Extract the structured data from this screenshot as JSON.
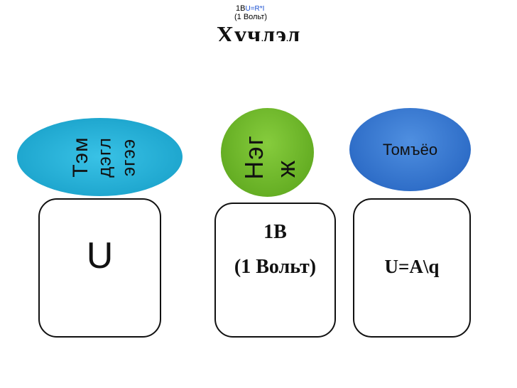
{
  "header": {
    "note_top": "1В",
    "note_formula": "U=R*I",
    "note_sub": "(1 Вольт)",
    "title": "Хүчлэл"
  },
  "nodes": [
    {
      "lines": [
        "Тэм",
        "дэгл",
        "эгээ"
      ],
      "box_text": "U",
      "color": "#1fa7cf"
    },
    {
      "lines": [
        "Нэг",
        "ж"
      ],
      "box_lines": [
        "1В",
        "(1 Вольт)"
      ],
      "color": "#63ac22"
    },
    {
      "label": "Томъёо",
      "box_text": "U=A\\q",
      "color": "#2f6ec8"
    }
  ]
}
